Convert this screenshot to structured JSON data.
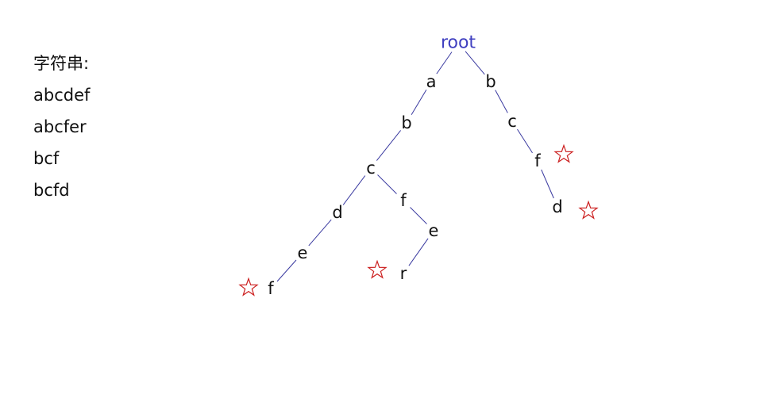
{
  "strings_panel": {
    "heading": "字符串:",
    "items": [
      "abcdef",
      "abcfer",
      "bcf",
      "bcfd"
    ]
  },
  "trie": {
    "nodes": [
      {
        "id": "root",
        "label": "root"
      },
      {
        "id": "a",
        "label": "a"
      },
      {
        "id": "ab",
        "label": "b"
      },
      {
        "id": "abc",
        "label": "c"
      },
      {
        "id": "abcd",
        "label": "d"
      },
      {
        "id": "abcde",
        "label": "e"
      },
      {
        "id": "abcdef",
        "label": "f",
        "end_of_word": true
      },
      {
        "id": "abcf",
        "label": "f"
      },
      {
        "id": "abcfe",
        "label": "e"
      },
      {
        "id": "abcfer",
        "label": "r",
        "end_of_word": true
      },
      {
        "id": "b",
        "label": "b"
      },
      {
        "id": "bc",
        "label": "c"
      },
      {
        "id": "bcf",
        "label": "f",
        "end_of_word": true
      },
      {
        "id": "bcfd",
        "label": "d",
        "end_of_word": true
      }
    ],
    "edges": [
      [
        "root",
        "a"
      ],
      [
        "a",
        "ab"
      ],
      [
        "ab",
        "abc"
      ],
      [
        "abc",
        "abcd"
      ],
      [
        "abcd",
        "abcde"
      ],
      [
        "abcde",
        "abcdef"
      ],
      [
        "abc",
        "abcf"
      ],
      [
        "abcf",
        "abcfe"
      ],
      [
        "abcfe",
        "abcfer"
      ],
      [
        "root",
        "b"
      ],
      [
        "b",
        "bc"
      ],
      [
        "bc",
        "bcf"
      ],
      [
        "bcf",
        "bcfd"
      ]
    ]
  },
  "colors": {
    "root_label": "#4040c0",
    "node_label": "#111111",
    "edge": "#3a3aa0",
    "star": "#cc2020"
  }
}
